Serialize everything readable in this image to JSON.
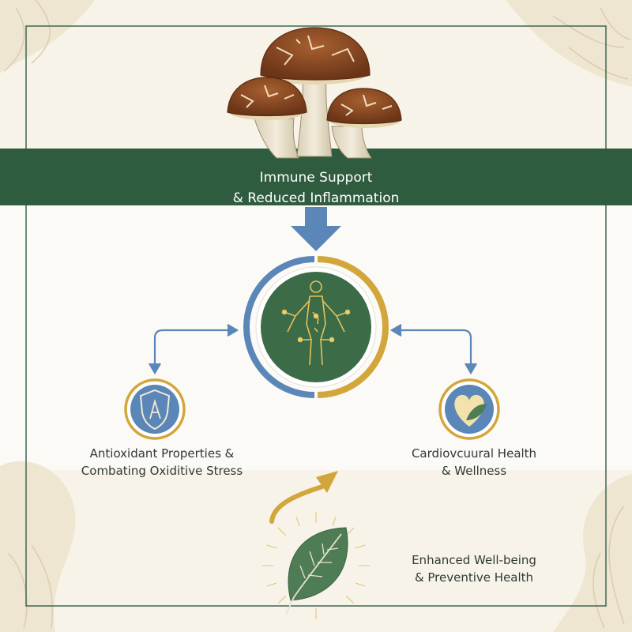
{
  "banner": {
    "line1": "Immune Support",
    "line2": "& Reduced Inflammation"
  },
  "nodes": {
    "left": {
      "line1": "Antioxidant Properties &",
      "line2": "Combating Oxiditive Stress",
      "icon": "shield-icon"
    },
    "right": {
      "line1": "Cardiovcuural Health",
      "line2": "& Wellness",
      "icon": "heart-leaf-icon"
    },
    "bottom": {
      "line1": "Enhanced Well-being",
      "line2": "& Preventive Health",
      "icon": "leaf-icon"
    },
    "center": {
      "icon": "human-body-icon"
    }
  },
  "colors": {
    "background": "#f7f3e8",
    "banner_green": "#2f5b3e",
    "accent_blue": "#5a86b8",
    "accent_gold": "#d2a63a",
    "circle_green": "#3c6b48",
    "mushroom_brown": "#8a4a25"
  }
}
